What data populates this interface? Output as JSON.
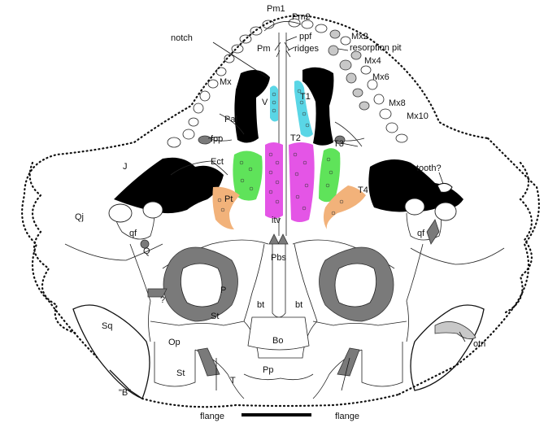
{
  "labels": {
    "pm1": "Pm1",
    "pm2": "Pm2",
    "notch": "notch",
    "ppf": "ppf",
    "ridges": "ridges",
    "mx2": "Mx2",
    "resorption_pit": "resorption pit",
    "pm": "Pm",
    "mx4": "Mx4",
    "mx": "Mx",
    "mx6": "Mx6",
    "v": "V",
    "t1": "T1",
    "mx8": "Mx8",
    "pal": "Pal",
    "mx10": "Mx10",
    "fpp": "fpp",
    "t2": "T2",
    "t3": "T3",
    "ect": "Ect",
    "j": "J",
    "tooth": "tooth?",
    "t4": "T4",
    "pt": "Pt",
    "qj": "Qj",
    "itv": "itv",
    "qf_left": "qf",
    "qf_right": "qf",
    "q": "Q",
    "pbs": "Pbs",
    "p": "P",
    "question": "?",
    "st_upper": "St",
    "bt_left": "bt",
    "bt_right": "bt",
    "sq": "Sq",
    "op": "Op",
    "bo": "Bo",
    "otn": "otn",
    "st_lower": "St",
    "pp": "Pp",
    "t": "T",
    "b": "\"B\"",
    "flange_left": "flange",
    "flange_right": "flange"
  },
  "colors": {
    "t1_cyan": "#5ad6e6",
    "t2_magenta": "#e455e6",
    "t3_green": "#5fe35a",
    "t4_orange": "#f2b27a",
    "bone_grey": "#7a7a7a",
    "light_grey": "#c8c8c8",
    "black": "#000000"
  }
}
